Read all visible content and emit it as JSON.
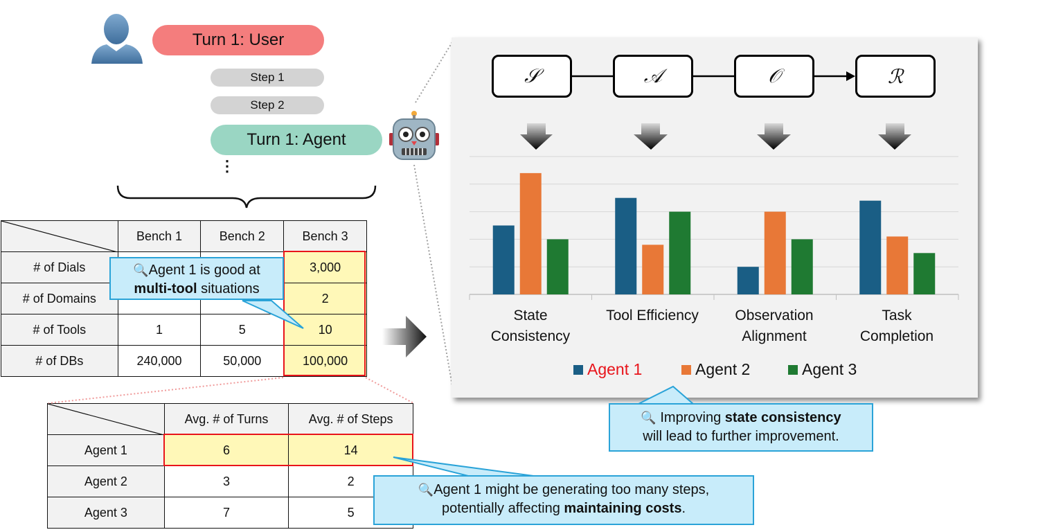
{
  "conversation": {
    "user_turn": "Turn 1: User",
    "steps": [
      "Step 1",
      "Step 2"
    ],
    "agent_turn": "Turn 1: Agent",
    "ellipsis": "⋮"
  },
  "bench_table": {
    "columns": [
      "Bench 1",
      "Bench 2",
      "Bench 3"
    ],
    "rows": [
      {
        "label": "# of Dials",
        "values": [
          "",
          "",
          "3,000"
        ]
      },
      {
        "label": "# of Domains",
        "values": [
          "",
          "",
          "2"
        ]
      },
      {
        "label": "# of Tools",
        "values": [
          "1",
          "5",
          "10"
        ]
      },
      {
        "label": "# of DBs",
        "values": [
          "240,000",
          "50,000",
          "100,000"
        ]
      }
    ]
  },
  "agent_table": {
    "columns": [
      "Avg. # of Turns",
      "Avg. # of Steps"
    ],
    "rows": [
      {
        "label": "Agent 1",
        "values": [
          "6",
          "14"
        ]
      },
      {
        "label": "Agent 2",
        "values": [
          "3",
          "2"
        ]
      },
      {
        "label": "Agent 3",
        "values": [
          "7",
          "5"
        ]
      }
    ]
  },
  "callouts": {
    "multi_tool": {
      "pre": "Agent 1 is good at",
      "bold": "multi-tool",
      "post": "situations"
    },
    "state": {
      "pre": "Improving",
      "bold": "state consistency",
      "post": "will lead to further improvement."
    },
    "steps": {
      "pre": "Agent 1 might be generating too many steps,",
      "pre2": "potentially affecting",
      "bold": "maintaining costs",
      "post": "."
    }
  },
  "pipeline": [
    "𝒮",
    "𝒜",
    "𝒪",
    "ℛ"
  ],
  "chart_data": {
    "type": "bar",
    "categories": [
      "State Consistency",
      "Tool Efficiency",
      "Observation Alignment",
      "Task Completion"
    ],
    "category_lines": [
      [
        "State",
        "Consistency"
      ],
      [
        "Tool Efficiency",
        ""
      ],
      [
        "Observation",
        "Alignment"
      ],
      [
        "Task",
        "Completion"
      ]
    ],
    "series": [
      {
        "name": "Agent 1",
        "values": [
          2.5,
          3.5,
          1.0,
          3.4
        ]
      },
      {
        "name": "Agent 2",
        "values": [
          4.4,
          1.8,
          3.0,
          2.1
        ]
      },
      {
        "name": "Agent 3",
        "values": [
          2.0,
          3.0,
          2.0,
          1.5
        ]
      }
    ],
    "ylim": [
      0,
      5
    ],
    "grid": true,
    "legend": "bottom",
    "colors": [
      "#1a5e85",
      "#e87837",
      "#1f7a32"
    ],
    "legend_highlight_color": "#e8141b"
  }
}
